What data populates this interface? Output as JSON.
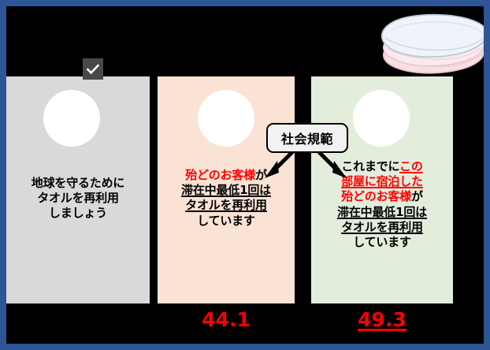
{
  "figure": {
    "frame_color": "#2e5596",
    "background_color": "#000000"
  },
  "callout": {
    "label": "社会規範",
    "icon": "rounded-callout-box",
    "arrow_left": "arrow-down-left-icon",
    "arrow_right": "arrow-down-right-icon"
  },
  "badge": {
    "icon": "check-icon",
    "background_color": "#484848",
    "mark_color": "#ffffff"
  },
  "towels": {
    "icon": "stacked-towels-illustration",
    "top_color": "#eef4fa",
    "bottom_color": "#f7dfe2"
  },
  "cards": [
    {
      "id": "control",
      "name": "card-control",
      "background_color": "#d9d9d9",
      "lines": [
        {
          "segments": [
            {
              "text": "地球を守るために",
              "style": "plain"
            }
          ]
        },
        {
          "segments": [
            {
              "text": "タオルを再利用",
              "style": "plain"
            }
          ]
        },
        {
          "segments": [
            {
              "text": "しましょう",
              "style": "plain"
            }
          ]
        }
      ],
      "value": ""
    },
    {
      "id": "descriptive-norm",
      "name": "card-descriptive-norm",
      "background_color": "#fae3d5",
      "lines": [
        {
          "segments": [
            {
              "text": "殆どのお客様",
              "style": "red"
            },
            {
              "text": "が",
              "style": "plain"
            }
          ]
        },
        {
          "segments": [
            {
              "text": "滞在中最低1回は",
              "style": "underline"
            }
          ]
        },
        {
          "segments": [
            {
              "text": "タオルを再利用",
              "style": "underline"
            }
          ]
        },
        {
          "segments": [
            {
              "text": "しています",
              "style": "plain"
            }
          ]
        }
      ],
      "value": "44.1"
    },
    {
      "id": "provincial-norm",
      "name": "card-provincial-norm",
      "background_color": "#e3eddb",
      "lines": [
        {
          "segments": [
            {
              "text": "これまでに",
              "style": "plain"
            },
            {
              "text": "この",
              "style": "red-underline"
            }
          ]
        },
        {
          "segments": [
            {
              "text": "部屋に宿泊した",
              "style": "red-underline"
            }
          ]
        },
        {
          "segments": [
            {
              "text": "殆どのお客様",
              "style": "red"
            },
            {
              "text": "が",
              "style": "plain"
            }
          ]
        },
        {
          "segments": [
            {
              "text": "滞在中最低1回は",
              "style": "underline"
            }
          ]
        },
        {
          "segments": [
            {
              "text": "タオルを再利用",
              "style": "underline"
            }
          ]
        },
        {
          "segments": [
            {
              "text": "しています",
              "style": "plain"
            }
          ]
        }
      ],
      "value": "49.3"
    }
  ],
  "values": {
    "descriptive": "44.1",
    "provincial": "49.3"
  }
}
